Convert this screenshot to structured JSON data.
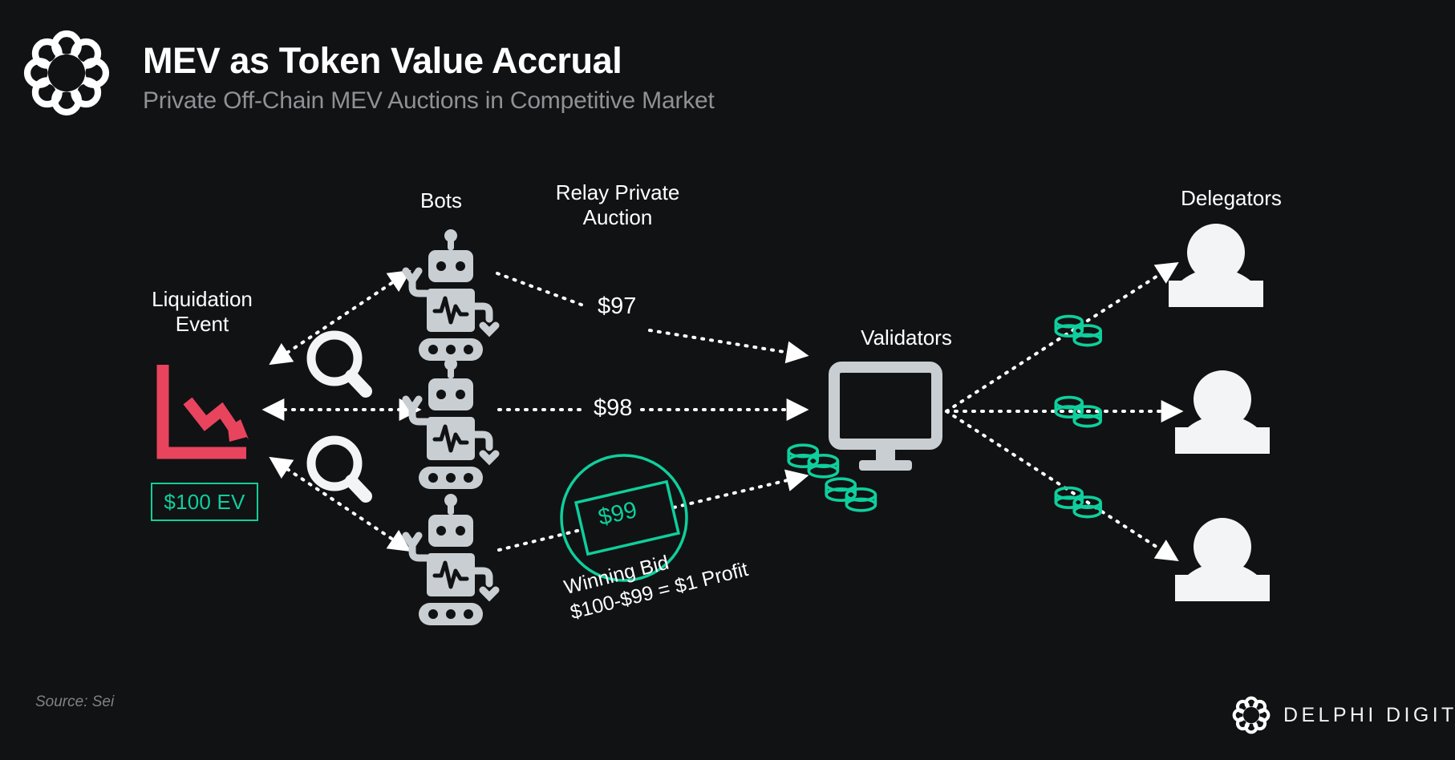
{
  "meta": {
    "background_color": "#111213",
    "accent_teal": "#0ecf9d",
    "accent_red": "#e8445e",
    "icon_gray": "#c9ced3",
    "muted_text": "#8e9296"
  },
  "header": {
    "logo_icon": "delphi-knot-logo",
    "title": "MEV as Token Value Accrual",
    "subtitle": "Private Off-Chain MEV Auctions in Competitive Market"
  },
  "diagram": {
    "labels": {
      "liquidation_event": "Liquidation\nEvent",
      "liquidation_event_line1": "Liquidation",
      "liquidation_event_line2": "Event",
      "bots": "Bots",
      "relay_auction_line1": "Relay Private",
      "relay_auction_line2": "Auction",
      "validators": "Validators",
      "delegators": "Delegators"
    },
    "ev_badge": "$100 EV",
    "bids": [
      {
        "id": "bot-1-bid",
        "value": "$97"
      },
      {
        "id": "bot-2-bid",
        "value": "$98"
      },
      {
        "id": "bot-3-bid",
        "value": "$99"
      }
    ],
    "winning_bid": {
      "amount": "$99",
      "caption_line1": "Winning Bid",
      "caption_line2": "$100-$99 = $1 Profit"
    },
    "icons": {
      "liquidation_chart": "falling-chart-icon",
      "magnifier": "magnifying-glass-icon",
      "bot": "robot-icon",
      "validator": "monitor-icon",
      "coins": "coin-stack-icon",
      "delegator": "person-icon"
    },
    "counts": {
      "bots": 3,
      "magnifiers": 2,
      "delegators": 3,
      "validator_coin_stacks": 2,
      "delegator_coin_stacks": 3
    }
  },
  "footer": {
    "source": "Source: Sei",
    "brand_logo_icon": "delphi-knot-logo",
    "brand_name": "DELPHI DIGITAL"
  }
}
